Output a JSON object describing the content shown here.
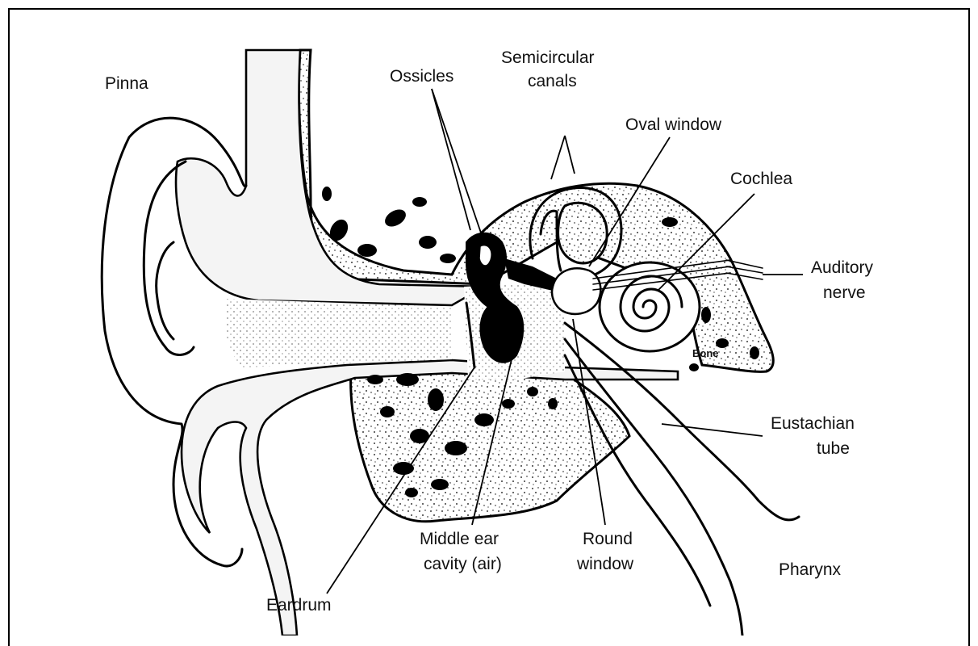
{
  "labels": {
    "pinna": "Pinna",
    "ossicles": "Ossicles",
    "semicircular_1": "Semicircular",
    "semicircular_2": "canals",
    "oval_window": "Oval window",
    "cochlea": "Cochlea",
    "auditory_nerve_1": "Auditory",
    "auditory_nerve_2": "nerve",
    "bone": "Bone",
    "eustachian_1": "Eustachian",
    "eustachian_2": "tube",
    "middle_ear_1": "Middle ear",
    "middle_ear_2": "cavity (air)",
    "round_window_1": "Round",
    "round_window_2": "window",
    "pharynx": "Pharynx",
    "eardrum": "Eardrum"
  },
  "colors": {
    "ink": "#000000",
    "paper": "#ffffff"
  }
}
